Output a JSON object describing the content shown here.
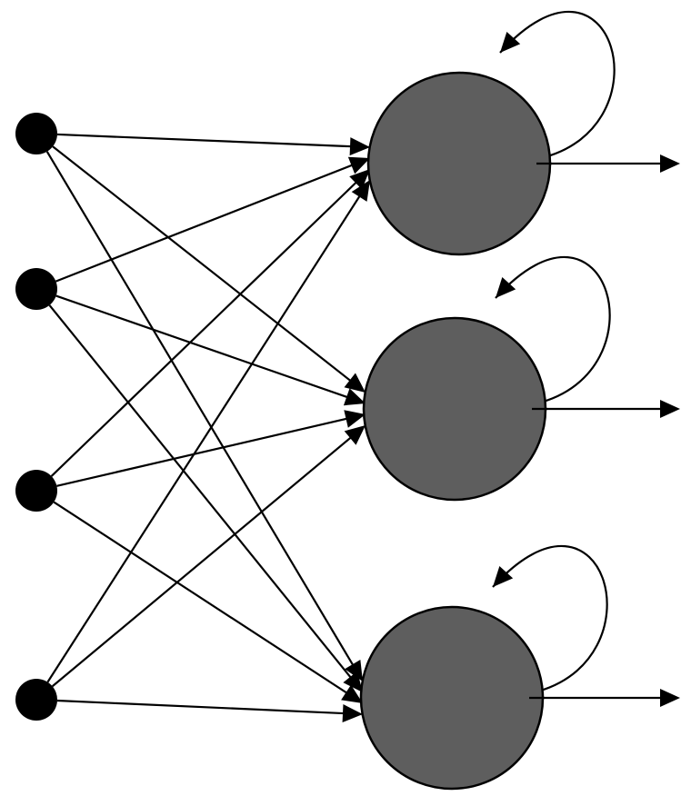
{
  "diagram": {
    "type": "recurrent-network",
    "input_count": 4,
    "output_count": 3,
    "fully_connected": true,
    "self_loops_on_outputs": true,
    "outputs_have_exit_arrows": true,
    "colors": {
      "input_node": "#000000",
      "output_node": "#5e5e5e",
      "edge": "#000000",
      "background": "#ffffff"
    }
  }
}
